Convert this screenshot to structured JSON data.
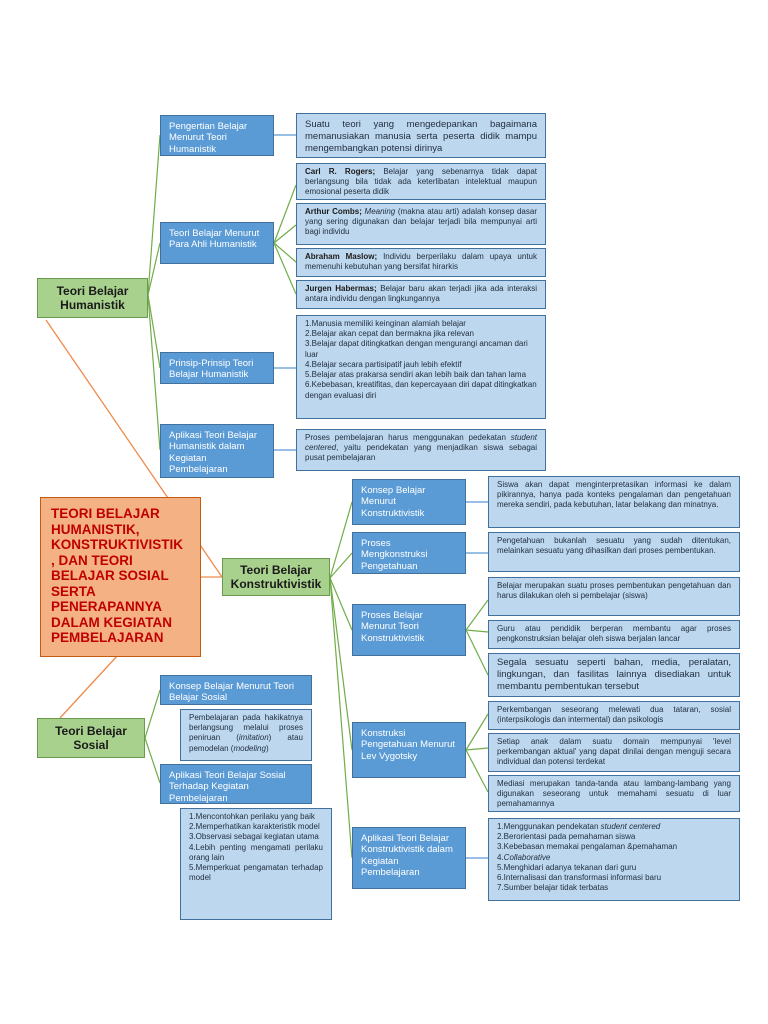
{
  "main_title": "TEORI BELAJAR HUMANISTIK, KONSTRUKTIVISTIK , DAN TEORI BELAJAR SOSIAL SERTA PENERAPANNYA DALAM KEGIATAN PEMBELAJARAN",
  "humanistik": {
    "label": "Teori Belajar Humanistik",
    "pengertian": {
      "label": "Pengertian Belajar Menurut Teori Humanistik",
      "text": "Suatu teori yang mengedepankan bagaimana memanusiakan manusia serta peserta didik mampu mengembangkan potensi dirinya"
    },
    "para_ahli": {
      "label": "Teori Belajar Menurut Para Ahli Humanistik",
      "items": [
        {
          "name": "Carl R. Rogers;",
          "pre": "",
          "emph": "",
          "text": " Belajar yang sebenarnya tidak dapat berlangsung bila tidak ada keterlibatan intelektual maupun emosional peserta didik"
        },
        {
          "name": "Arthur Combs;",
          "pre": " ",
          "emph": "Meaning",
          "text": " (makna atau arti) adalah konsep dasar yang sering digunakan dan belajar terjadi bila mempunyai arti bagi individu"
        },
        {
          "name": "Abraham Maslow;",
          "pre": "",
          "emph": "",
          "text": " Individu berperilaku dalam upaya untuk memenuhi kebutuhan yang bersifat hirarkis"
        },
        {
          "name": "Jurgen Habermas;",
          "pre": "",
          "emph": "",
          "text": " Belajar baru akan terjadi jika ada interaksi antara individu dengan lingkungannya"
        }
      ]
    },
    "prinsip": {
      "label": "Prinsip-Prinsip Teori Belajar Humanistik",
      "items": [
        "1.Manusia memiliki keinginan alamiah belajar",
        "2.Belajar akan cepat dan bermakna jika relevan",
        "3.Belajar dapat ditingkatkan dengan mengurangi ancaman dari luar",
        "4.Belajar secara partisipatif jauh lebih efektif",
        "5.Belajar atas prakarsa sendiri akan lebih baik dan tahan lama",
        "6.Kebebasan, kreatifitas, dan kepercayaan diri dapat ditingkatkan dengan evaluasi diri"
      ]
    },
    "aplikasi": {
      "label": "Aplikasi Teori Belajar Humanistik dalam Kegiatan Pembelajaran",
      "text_pre": "Proses pembelajaran harus menggunakan pedekatan ",
      "text_emph": "student centered",
      "text_post": ", yaitu pendekatan yang menjadikan siswa sebagai pusat pembelajaran"
    }
  },
  "konstruktivistik": {
    "label": "Teori Belajar Konstruktivistik",
    "konsep": {
      "label": "Konsep Belajar Menurut Konstruktivistik",
      "text": "Siswa akan dapat menginterpretasikan informasi ke dalam pikirannya, hanya pada konteks pengalaman dan pengetahuan mereka sendiri, pada kebutuhan, latar belakang dan minatnya."
    },
    "proses_mengkonstruksi": {
      "label": "Proses Mengkonstruksi Pengetahuan",
      "text": "Pengetahuan bukanlah sesuatu yang sudah ditentukan, melainkan sesuatu yang dihasilkan dari proses pembentukan."
    },
    "proses_belajar": {
      "label": "Proses Belajar Menurut Teori Konstruktivistik",
      "items": [
        "Belajar merupakan suatu proses pembentukan pengetahuan dan harus dilakukan oleh si pembelajar (siswa)",
        "Guru atau pendidik berperan membantu agar proses pengkonstruksian belajar oleh siswa berjalan lancar",
        "Segala sesuatu seperti bahan, media, peralatan, lingkungan, dan fasilitas lainnya disediakan untuk membantu pembentukan tersebut"
      ]
    },
    "vygotsky": {
      "label": "Konstruksi Pengetahuan Menurut Lev Vygotsky",
      "items": [
        "Perkembangan seseorang melewati dua tataran, sosial (interpsikologis dan intermental) dan psikologis",
        "Setiap anak dalam suatu domain mempunyai 'level perkembangan aktual' yang dapat dinilai dengan menguji secara individual dan potensi terdekat",
        "Mediasi merupakan tanda-tanda atau lambang-lambang yang digunakan seseorang untuk memahami sesuatu di luar pemahamannya"
      ]
    },
    "aplikasi": {
      "label": "Aplikasi Teori Belajar Konstruktivistik dalam Kegiatan Pembelajaran",
      "items": [
        {
          "pre": "1.Menggunakan pendekatan ",
          "emph": "student centered",
          "post": ""
        },
        {
          "pre": "2.Berorientasi pada pemahaman siswa",
          "emph": "",
          "post": ""
        },
        {
          "pre": "3.Kebebasan memakai pengalaman &pemahaman",
          "emph": "",
          "post": ""
        },
        {
          "pre": "4.",
          "emph": "Collaborative",
          "post": ""
        },
        {
          "pre": "5.Menghidari adanya tekanan dari guru",
          "emph": "",
          "post": ""
        },
        {
          "pre": "6.Internalisasi dan transformasi informasi baru",
          "emph": "",
          "post": ""
        },
        {
          "pre": "7.Sumber belajar tidak terbatas",
          "emph": "",
          "post": ""
        }
      ]
    }
  },
  "sosial": {
    "label": "Teori Belajar Sosial",
    "konsep": {
      "label": "Konsep Belajar Menurut Teori Belajar Sosial",
      "text_pre": "Pembelajaran pada hakikatnya berlangsung melalui proses peniruan (",
      "text_emph1": "imitation",
      "text_mid": ") atau pemodelan (",
      "text_emph2": "modeling",
      "text_post": ")"
    },
    "aplikasi": {
      "label": "Aplikasi Teori Belajar Sosial Terhadap Kegiatan Pembelajaran",
      "items": [
        "1.Mencontohkan perilaku yang baik",
        "2.Memperhatikan karakteristik model",
        "3.Observasi sebagai kegiatan utama",
        "4.Lebih penting mengamati perilaku orang lain",
        "5.Memperkuat pengamatan terhadap model"
      ]
    }
  }
}
